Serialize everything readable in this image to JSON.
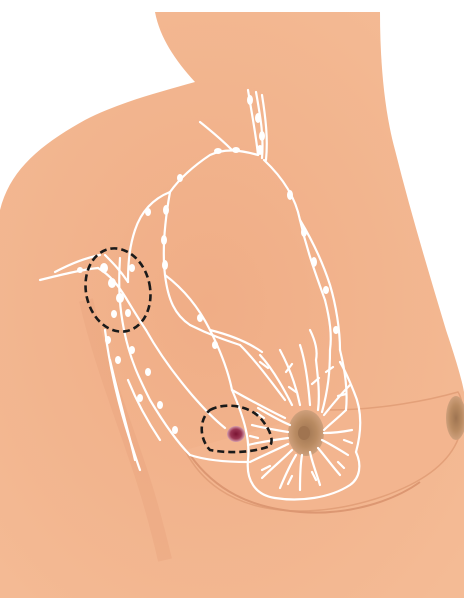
{
  "diagram": {
    "elements": [
      "torso-silhouette",
      "breast",
      "nipple-areola",
      "lymphatic-vessels",
      "axillary-lymph-nodes",
      "axillary-node-region-outline",
      "tumor",
      "tumor-region-outline"
    ]
  },
  "colors": {
    "background": "#ffffff",
    "skin": "#f2b48e",
    "skin_shadow": "#e9a27a",
    "lymph_vessel": "#ffffff",
    "areola": "#b98b62",
    "nipple": "#a97a52",
    "tumor_outer": "#c98a9a",
    "tumor_inner": "#7a1433",
    "dashed_outline": "#1a1a1a"
  }
}
